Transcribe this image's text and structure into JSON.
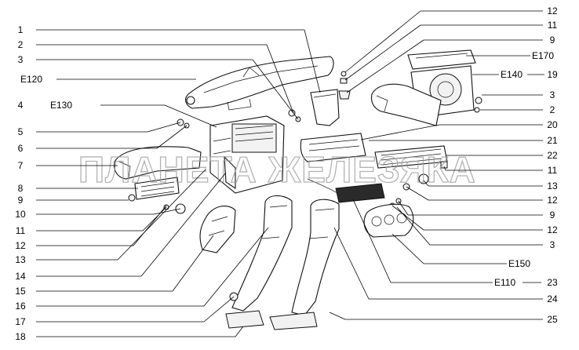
{
  "watermark": "ПЛАНЕТА ЖЕЛЕЗЯКА",
  "left_labels": [
    "1",
    "2",
    "3",
    "E120",
    "4",
    "E130",
    "5",
    "6",
    "7",
    "8",
    "9",
    "10",
    "11",
    "12",
    "13",
    "14",
    "15",
    "16",
    "17",
    "18"
  ],
  "right_labels": [
    "12",
    "11",
    "9",
    "E170",
    "E140",
    "19",
    "3",
    "2",
    "20",
    "21",
    "22",
    "11",
    "13",
    "12",
    "9",
    "12",
    "3",
    "E150",
    "E110",
    "23",
    "24",
    "25"
  ]
}
